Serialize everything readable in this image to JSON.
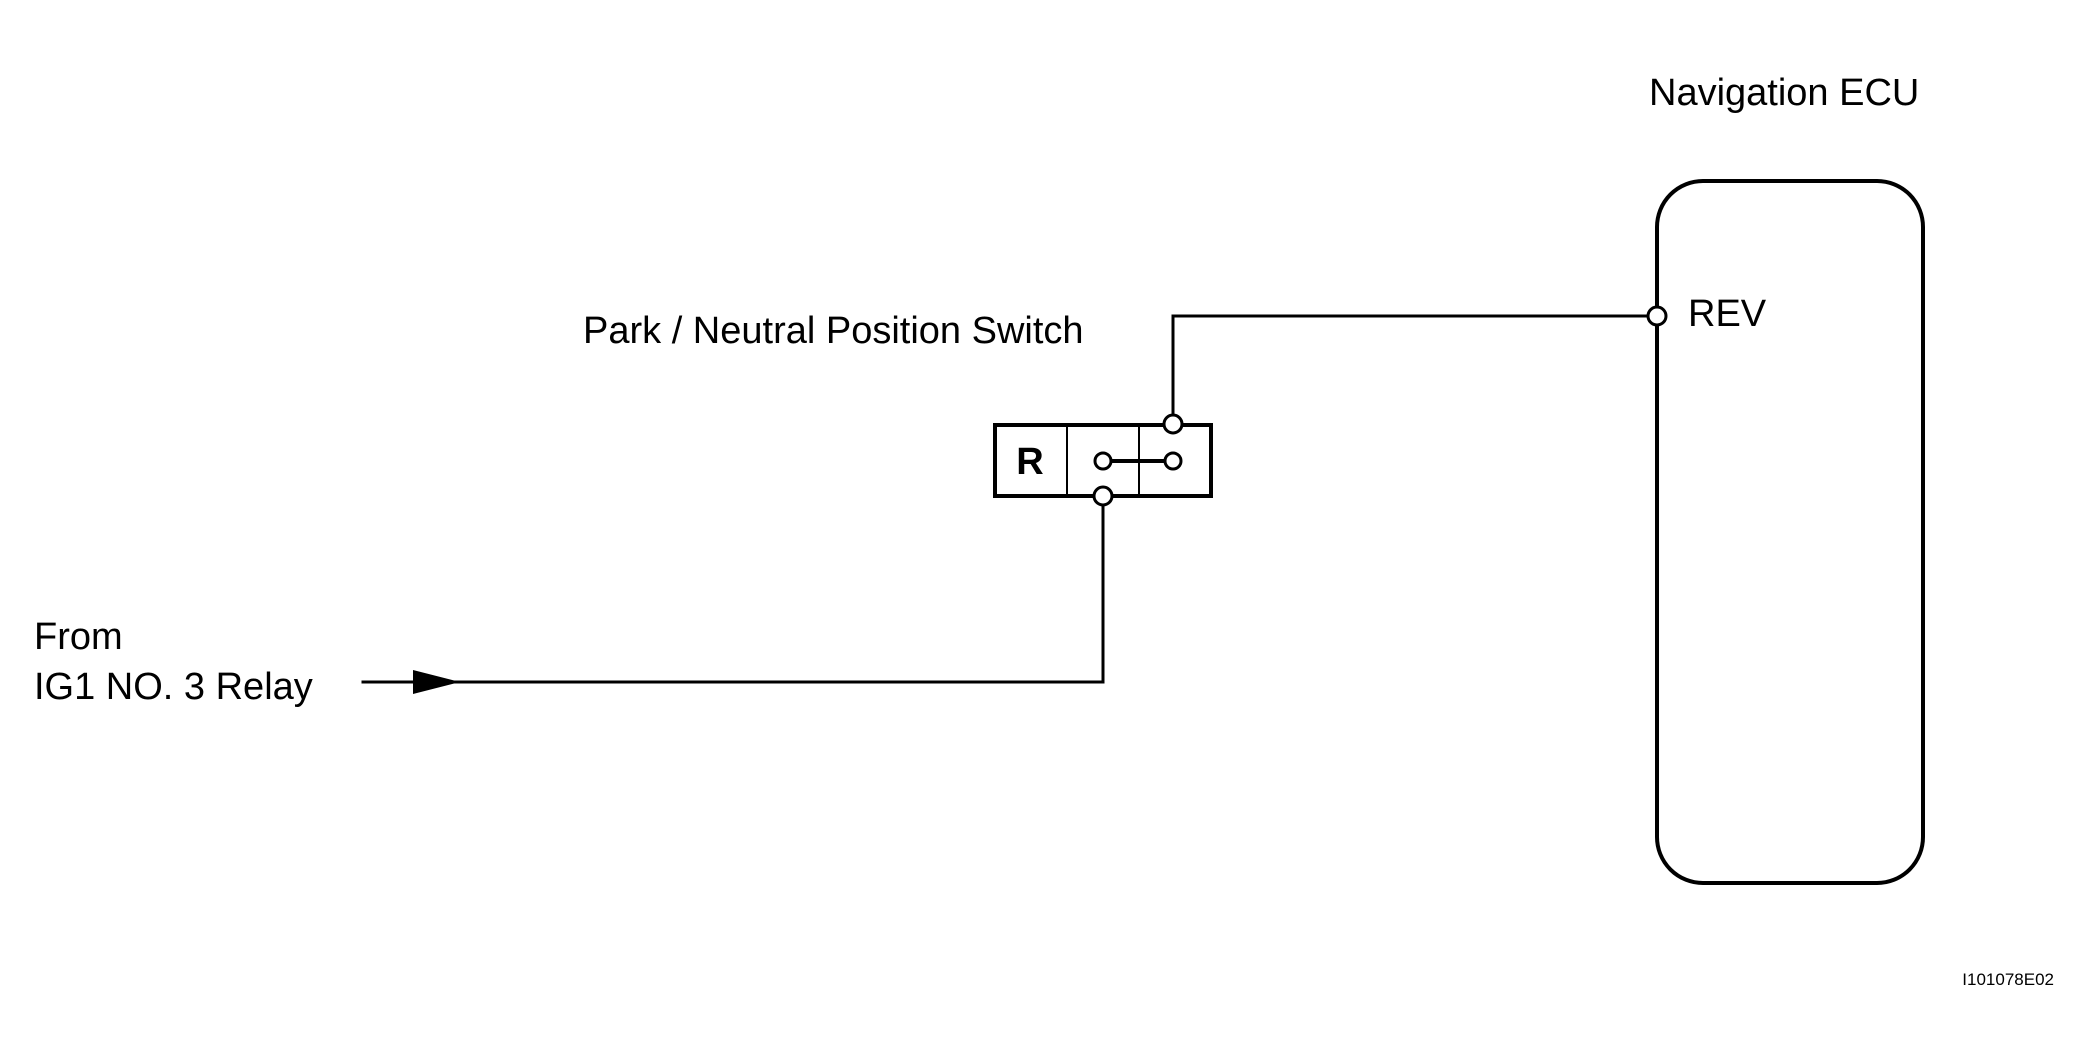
{
  "ecu": {
    "title": "Navigation ECU",
    "pin_label": "REV"
  },
  "switch": {
    "title": "Park / Neutral Position Switch",
    "position_label": "R"
  },
  "source": {
    "line1": "From",
    "line2": "IG1 NO. 3 Relay"
  },
  "figure_code": "I101078E02",
  "colors": {
    "line": "#000000",
    "background": "#ffffff"
  }
}
